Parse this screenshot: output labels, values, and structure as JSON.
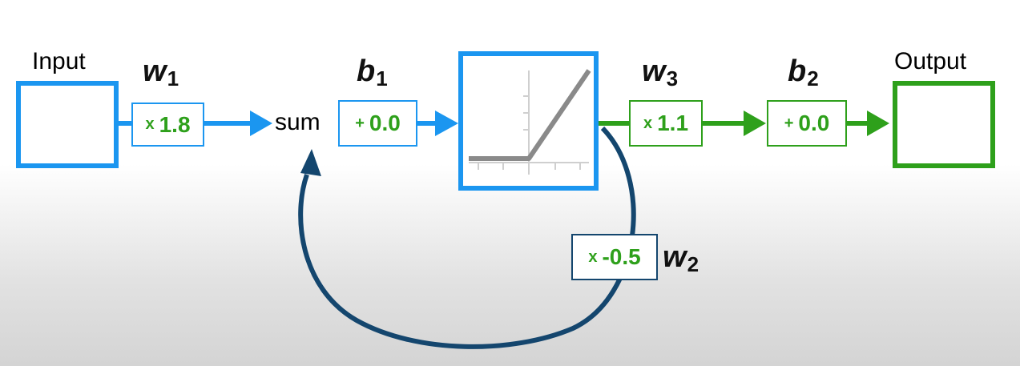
{
  "input_label": "Input",
  "output_label": "Output",
  "sum_label": "sum",
  "params": {
    "w1": {
      "symbol": "w",
      "subscript": "1",
      "op": "x",
      "value": "1.8"
    },
    "b1": {
      "symbol": "b",
      "subscript": "1",
      "op": "+",
      "value": "0.0"
    },
    "w3": {
      "symbol": "w",
      "subscript": "3",
      "op": "x",
      "value": "1.1"
    },
    "b2": {
      "symbol": "b",
      "subscript": "2",
      "op": "+",
      "value": "0.0"
    },
    "w2": {
      "symbol": "w",
      "subscript": "2",
      "op": "x",
      "value": "-0.5"
    }
  },
  "activation_icon": "relu-graph-icon",
  "colors": {
    "blue": "#1b96f0",
    "green": "#2ea01b",
    "navy": "#14466e",
    "gray": "#8a8a8a"
  }
}
